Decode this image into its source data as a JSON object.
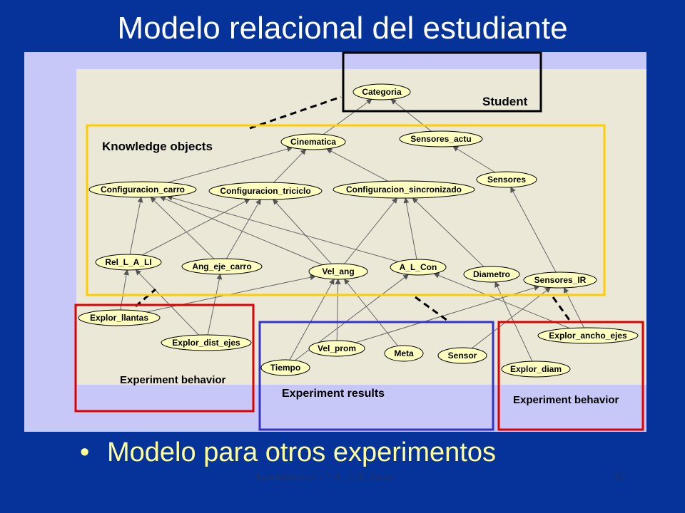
{
  "slide": {
    "title": "Modelo relacional del estudiante",
    "bullet": "Modelo para otros experimentos",
    "footer": "Incertidumbre - T.A., L.E. Sucar",
    "page_number": "59"
  },
  "diagram": {
    "groups": {
      "student": "Student",
      "knowledge": "Knowledge objects",
      "exp_behavior_left": "Experiment behavior",
      "exp_results": "Experiment results",
      "exp_behavior_right": "Experiment behavior"
    },
    "nodes": {
      "categoria": "Categoria",
      "cinematica": "Cinematica",
      "sensores_actu": "Sensores_actu",
      "sensores": "Sensores",
      "config_carro": "Configuracion_carro",
      "config_triciclo": "Configuracion_triciclo",
      "config_sincronizado": "Configuracion_sincronizado",
      "rel_l_a_li": "Rel_L_A_LI",
      "ang_eje_carro": "Ang_eje_carro",
      "vel_ang": "Vel_ang",
      "a_l_con": "A_L_Con",
      "diametro": "Diametro",
      "sensores_ir": "Sensores_IR",
      "explor_llantas": "Explor_llantas",
      "explor_dist_ejes": "Explor_dist_ejes",
      "vel_prom": "Vel_prom",
      "meta": "Meta",
      "sensor": "Sensor",
      "tiempo": "Tiempo",
      "explor_ancho_ejes": "Explor_ancho_ejes",
      "explor_diam": "Explor_diam"
    },
    "colors": {
      "node_fill": "#ffffc0",
      "student_border": "#000000",
      "knowledge_border": "#ffcc00",
      "behavior_border": "#e00000",
      "results_border": "#3333cc"
    }
  }
}
